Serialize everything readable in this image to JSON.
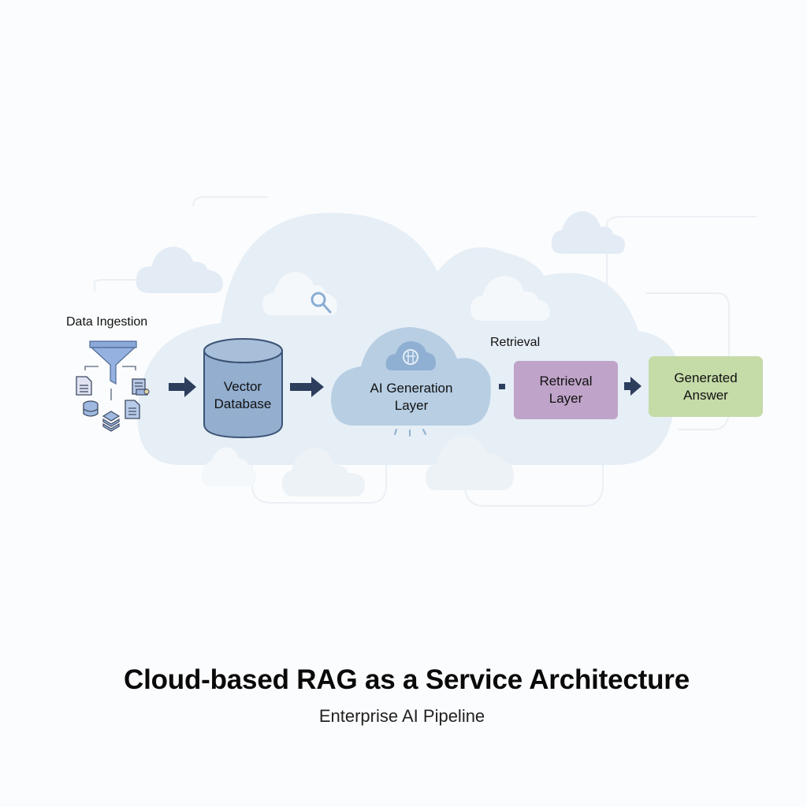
{
  "diagram": {
    "title": "Cloud-based RAG as a Service Architecture",
    "subtitle": "Enterprise AI Pipeline",
    "colors": {
      "arrow": "#2c3e5c",
      "vector_db": "#93aecf",
      "ai_cloud": "#b7cee3",
      "retrieval_box": "#bfa3c9",
      "answer_box": "#c5dba8",
      "background_cloud": "#e6eef6"
    },
    "nodes": {
      "ingestion": {
        "label": "Data Ingestion",
        "icons": [
          "funnel-icon",
          "document-icon",
          "database-icon",
          "layers-icon",
          "document-icon",
          "document-stack-icon"
        ]
      },
      "vector_db": {
        "line1": "Vector",
        "line2": "Database",
        "icon": "cylinder-icon"
      },
      "ai_generation": {
        "line1": "AI Generation",
        "line2": "Layer",
        "icon": "brain-cloud-icon"
      },
      "retrieval_label": "Retrieval",
      "retrieval": {
        "line1": "Retrieval",
        "line2": "Layer"
      },
      "answer": {
        "line1": "Generated",
        "line2": "Answer"
      }
    },
    "decorations": {
      "search_icon": "search-icon"
    }
  }
}
